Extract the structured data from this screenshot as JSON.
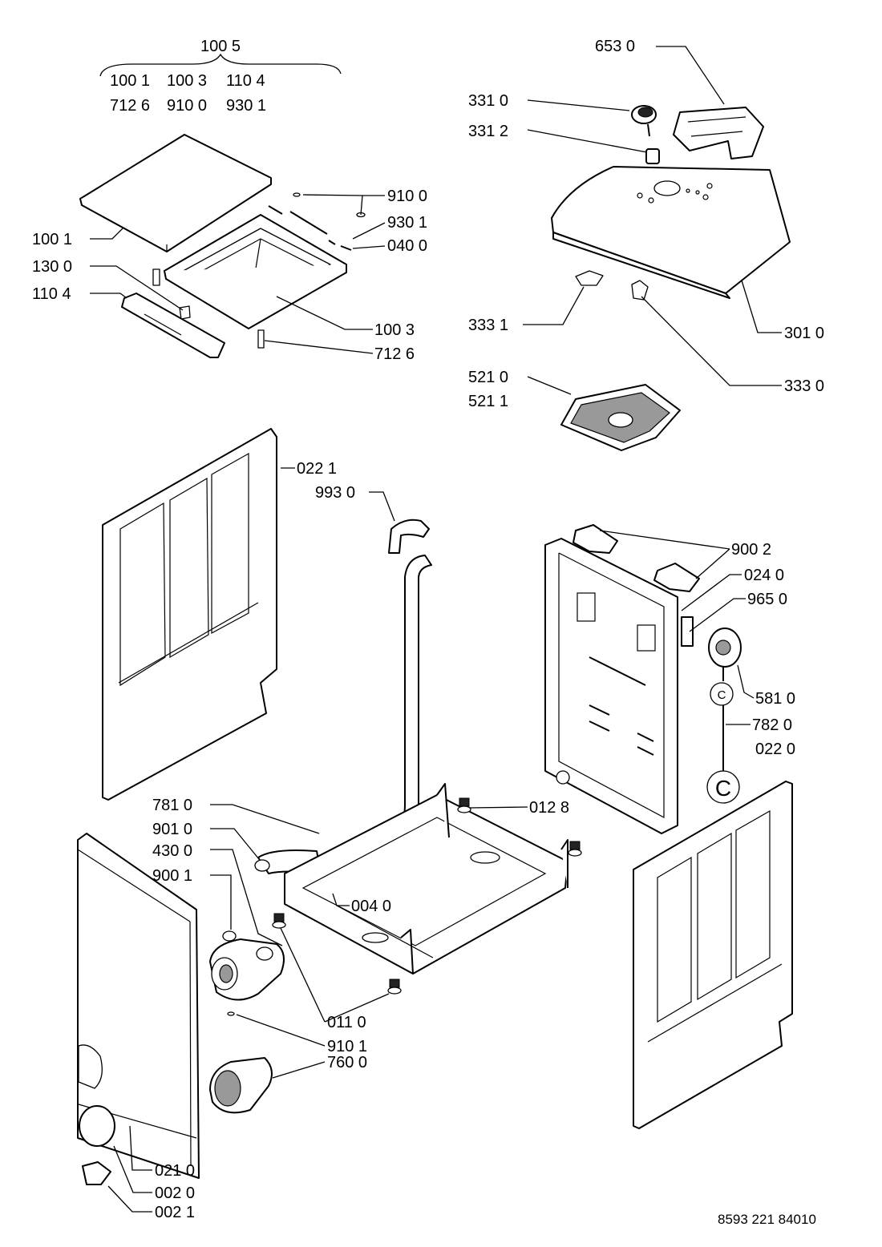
{
  "group": {
    "title": "100 5",
    "row1": [
      "100 1",
      "100 3",
      "110 4"
    ],
    "row2": [
      "712 6",
      "910 0",
      "930 1"
    ]
  },
  "labels": {
    "p6530": "653 0",
    "p3310": "331 0",
    "p3312": "331 2",
    "p9100": "910 0",
    "p9301": "930 1",
    "p0400": "040 0",
    "p1001": "100 1",
    "p1300": "130 0",
    "p1104": "110 4",
    "p1003": "100 3",
    "p7126": "712 6",
    "p3331": "333 1",
    "p3010": "301 0",
    "p3330": "333 0",
    "p5210": "521 0",
    "p5211": "521 1",
    "p0221": "022 1",
    "p9930": "993 0",
    "p9002": "900 2",
    "p0240": "024 0",
    "p9650": "965 0",
    "p5810": "581 0",
    "p7820": "782 0",
    "p0220": "022 0",
    "p7810": "781 0",
    "p0128": "012 8",
    "p9010": "901 0",
    "p4300": "430 0",
    "p9001": "900 1",
    "p0040": "004 0",
    "p0110": "011 0",
    "p9101": "910 1",
    "p7600": "760 0",
    "p0210": "021 0",
    "p0200": "002 0",
    "p0211": "002 1"
  },
  "connector_letter": "C",
  "document_number": "8593 221 84010"
}
